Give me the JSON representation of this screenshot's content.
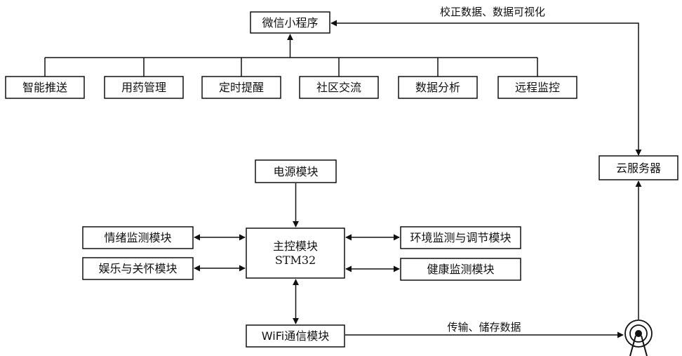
{
  "nodes": {
    "wechat_mini_program": "微信小程序",
    "smart_push": "智能推送",
    "medication_management": "用药管理",
    "timed_reminder": "定时提醒",
    "community_exchange": "社区交流",
    "data_analysis": "数据分析",
    "remote_monitoring": "远程监控",
    "cloud_server": "云服务器",
    "power_module": "电源模块",
    "main_control_line1": "主控模块",
    "main_control_line2": "STM32",
    "emotion_monitoring": "情绪监测模块",
    "entertainment_care": "娱乐与关怀模块",
    "environment_monitoring": "环境监测与调节模块",
    "health_monitoring": "健康监测模块",
    "wifi_module": "WiFi通信模块"
  },
  "edges": {
    "cloud_to_app": "校正数据、数据可视化",
    "wifi_to_tower": "传输、储存数据"
  },
  "icons": {
    "antenna": "antenna-tower-icon"
  },
  "colors": {
    "stroke": "#111111",
    "background": "#ffffff"
  }
}
